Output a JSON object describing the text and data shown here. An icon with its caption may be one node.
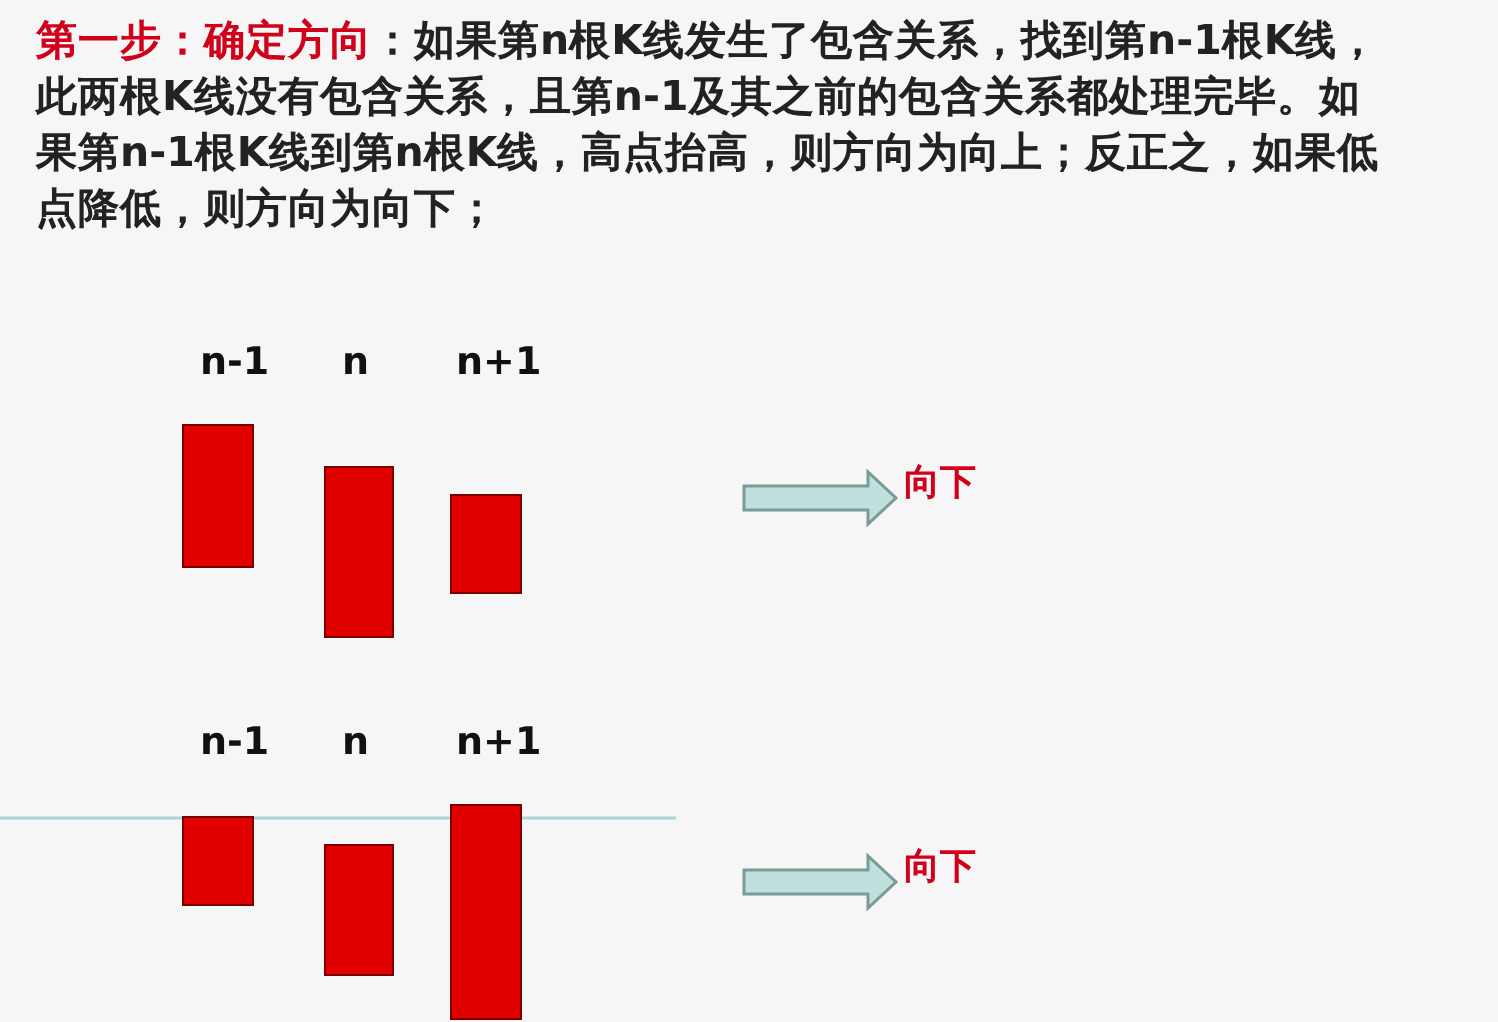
{
  "diagram": {
    "nodes": [
      {
        "text": [],
        "shape": "bar",
        "beside": [
          "n-1"
        ]
      },
      {
        "text": [],
        "shape": "bar",
        "beside": [
          "n"
        ]
      },
      {
        "text": [],
        "shape": "bar",
        "beside": [
          "n+1"
        ]
      },
      {
        "text": [
          "向下"
        ]
      },
      {
        "text": [],
        "shape": "bar",
        "beside": [
          "n-1"
        ]
      },
      {
        "text": [],
        "shape": "bar",
        "beside": [
          "n"
        ]
      },
      {
        "text": [],
        "shape": "bar",
        "beside": [
          "n+1"
        ]
      },
      {
        "text": [
          "向下"
        ]
      }
    ],
    "edges": [
      {
        "from": null,
        "to": 3,
        "arrow": "to"
      },
      {
        "from": null,
        "to": 7,
        "arrow": "to"
      }
    ],
    "labels": [
      "**第一步：确定方向**：如果第n根K线发生了包含关系，找到第n-1根K线，此两根K线没有包含关系，且第n-1及其之前的包含关系都处理完毕。如果第n-1根K线到第n根K线，高点抬高，则方向为向上；反正之，如果低点降低，则方向为向下；"
    ]
  }
}
